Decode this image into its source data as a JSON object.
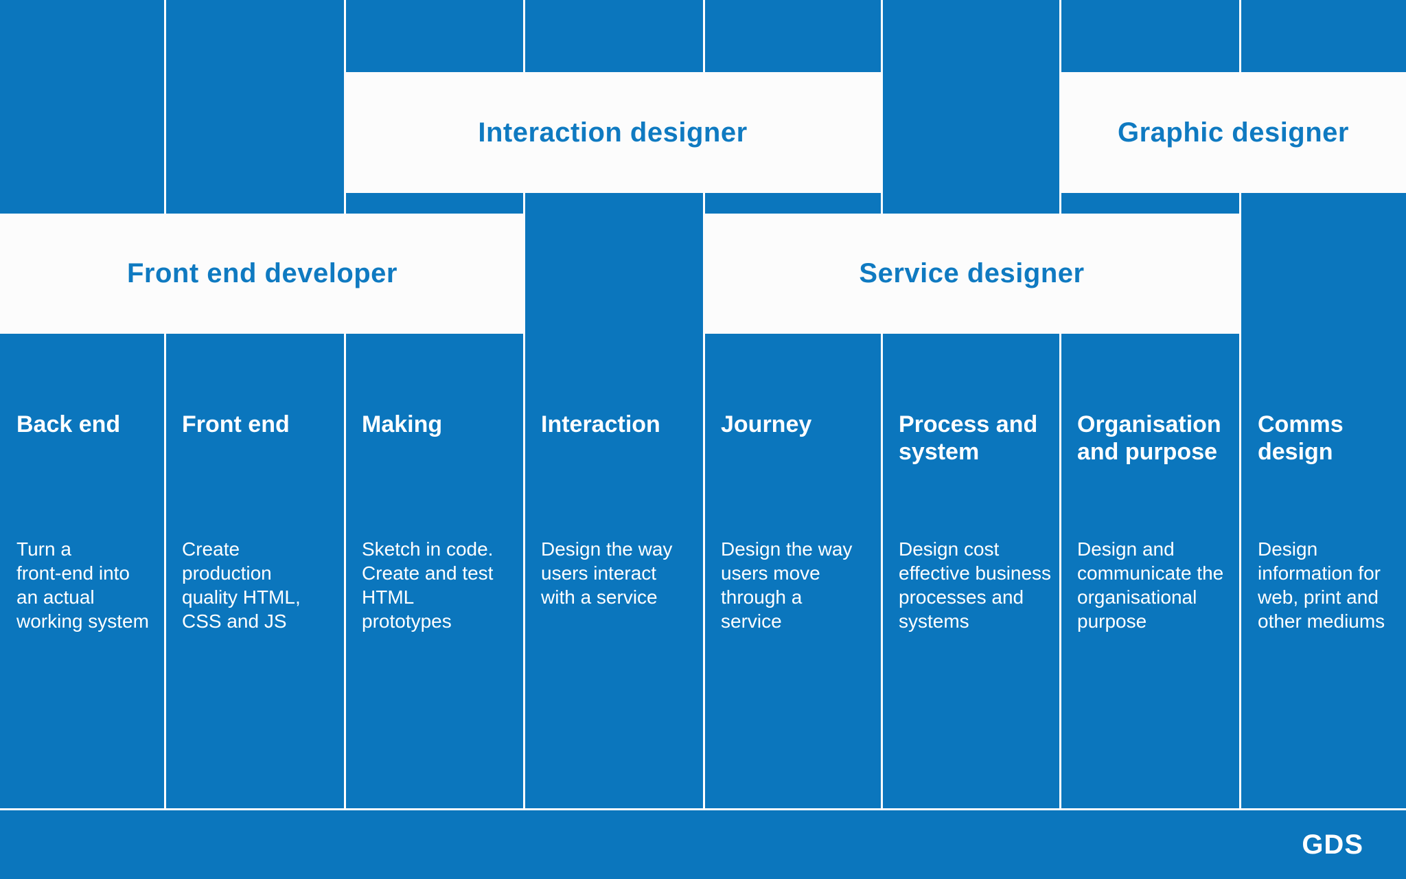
{
  "banners": [
    {
      "id": "interaction-designer",
      "label": "Interaction designer"
    },
    {
      "id": "graphic-designer",
      "label": "Graphic designer"
    },
    {
      "id": "front-end-developer",
      "label": "Front end developer"
    },
    {
      "id": "service-designer",
      "label": "Service designer"
    }
  ],
  "columns": [
    {
      "heading": "Back end",
      "description": "Turn a\nfront-end into\nan actual\nworking system"
    },
    {
      "heading": "Front end",
      "description": "Create\nproduction\nquality HTML,\nCSS and JS"
    },
    {
      "heading": "Making",
      "description": "Sketch in code.\nCreate and test\nHTML\nprototypes"
    },
    {
      "heading": "Interaction",
      "description": "Design the way\nusers interact\nwith a service"
    },
    {
      "heading": "Journey",
      "description": "Design the way\nusers move\nthrough a\nservice"
    },
    {
      "heading": "Process and\nsystem",
      "description": "Design cost\neffective business\nprocesses and\nsystems"
    },
    {
      "heading": "Organisation\nand purpose",
      "description": "Design  and\ncommunicate the\norganisational\npurpose"
    },
    {
      "heading": "Comms\ndesign",
      "description": "Design\ninformation for\nweb, print and\nother mediums"
    }
  ],
  "footer": {
    "logo": "GDS"
  },
  "colors": {
    "background": "#0b76bd",
    "banner_bg": "#fcfcfc",
    "banner_text": "#0f7ac1",
    "text": "#ffffff",
    "divider": "#ffffff"
  }
}
